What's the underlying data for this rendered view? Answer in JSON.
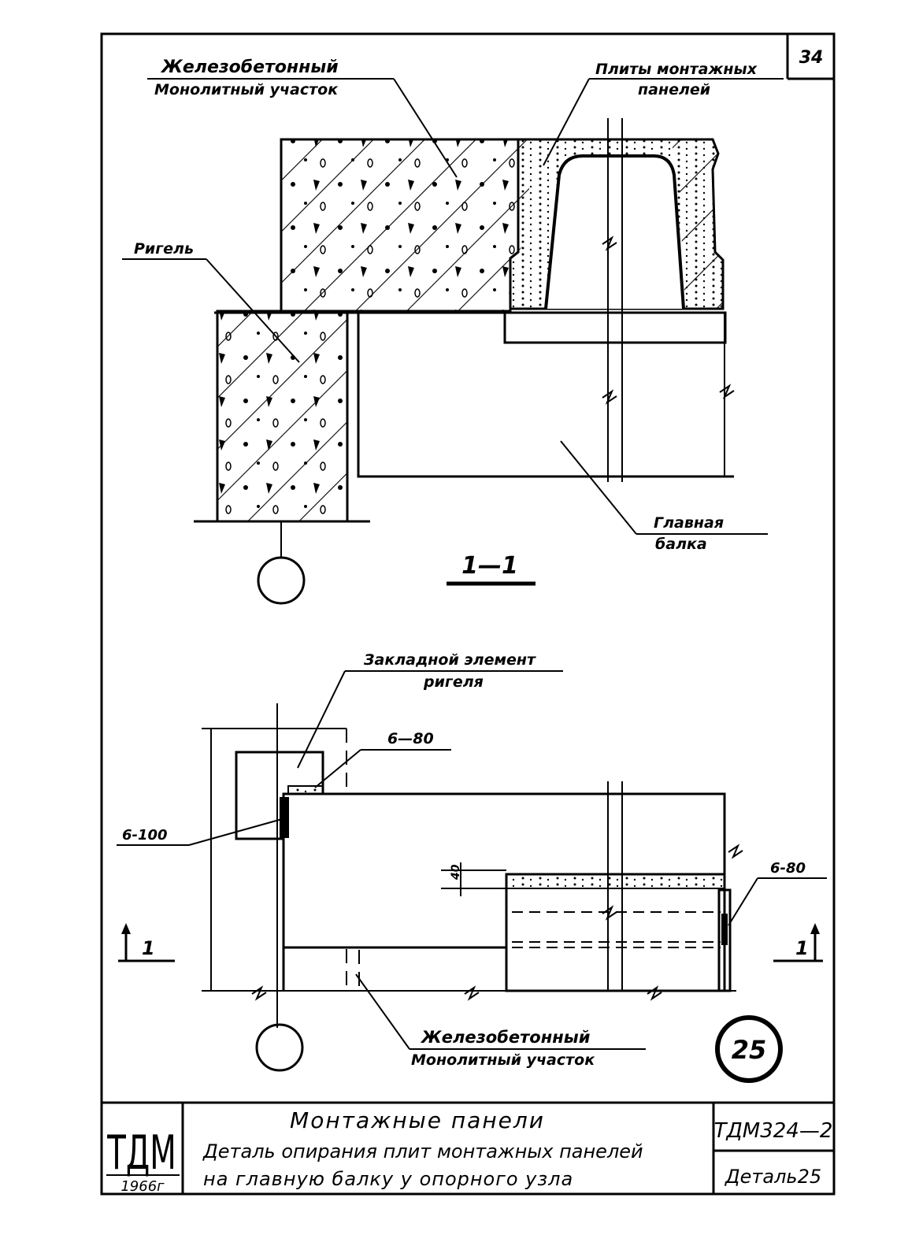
{
  "sheet_number": "34",
  "labels": {
    "monolithic_top_1": "Железобетонный",
    "monolithic_top_2": "Монолитный участок",
    "slabs_1": "Плиты монтажных",
    "slabs_2": "панелей",
    "girder": "Ригель",
    "main_beam_1": "Главная",
    "main_beam_2": "балка",
    "section_mark": "1—1",
    "embedded_1": "Закладной элемент",
    "embedded_2": "ригеля",
    "weld_1": "6—80",
    "weld_2": "6-100",
    "weld_3": "6-80",
    "dim_small": "40",
    "section_left": "1",
    "section_right": "1",
    "monolithic_bottom_1": "Железобетонный",
    "monolithic_bottom_2": "Монолитный участок"
  },
  "detail_number": "25",
  "title_block": {
    "logo": "ТДМ",
    "year": "1966г",
    "title_1": "Монтажные панели",
    "title_2": "Деталь опирания плит монтажных панелей",
    "title_3": "на главную балку у опорного узла",
    "code": "ТДМ324—2",
    "detail": "Деталь25"
  }
}
